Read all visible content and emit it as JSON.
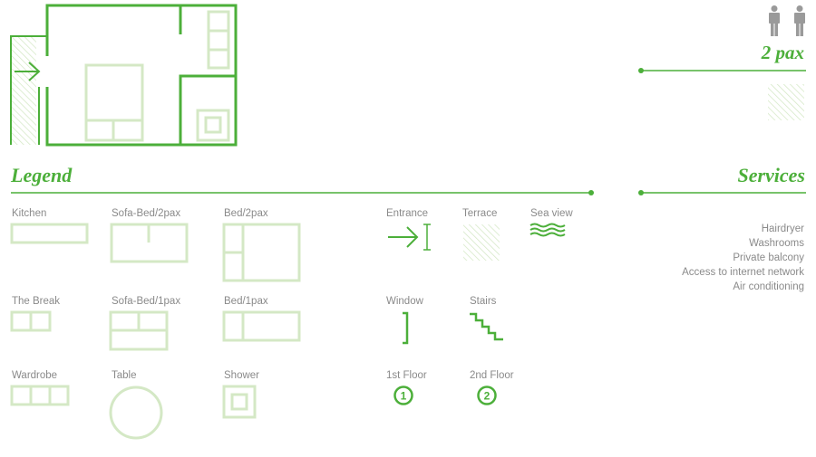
{
  "colors": {
    "accent": "#4caf3a",
    "light_green": "#d4e8c5",
    "text_grey": "#8a8a8a",
    "person_grey": "#9a9a9a"
  },
  "header": {
    "occupancy_label": "2 pax",
    "person_icons": [
      "person-icon",
      "person-icon"
    ]
  },
  "legend": {
    "title": "Legend",
    "items": {
      "kitchen": "Kitchen",
      "sofa_bed_2pax": "Sofa-Bed/2pax",
      "bed_2pax": "Bed/2pax",
      "the_break": "The Break",
      "sofa_bed_1pax": "Sofa-Bed/1pax",
      "bed_1pax": "Bed/1pax",
      "wardrobe": "Wardrobe",
      "table": "Table",
      "shower": "Shower",
      "entrance": "Entrance",
      "terrace": "Terrace",
      "sea_view": "Sea view",
      "window": "Window",
      "stairs": "Stairs",
      "first_floor": "1st Floor",
      "second_floor": "2nd Floor"
    },
    "floor_numbers": {
      "first": "1",
      "second": "2"
    }
  },
  "services": {
    "title": "Services",
    "items": [
      "Hairdryer",
      "Washrooms",
      "Private balcony",
      "Access to internet network",
      "Air conditioning"
    ]
  }
}
